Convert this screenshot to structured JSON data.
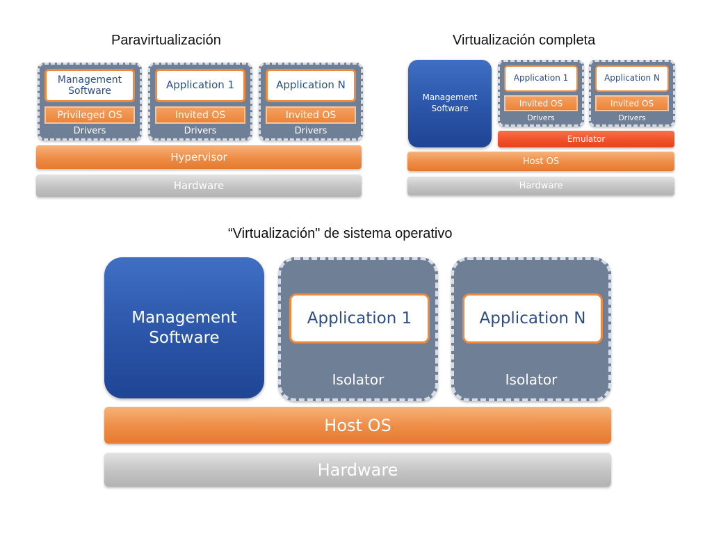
{
  "headings": {
    "paravirt": "Paravirtualización",
    "full": "Virtualización completa",
    "os_level": "“Virtualización\" de sistema operativo"
  },
  "paravirt": {
    "vm1": {
      "top": "Management\nSoftware",
      "os": "Privileged OS",
      "drivers": "Drivers"
    },
    "vm2": {
      "top": "Application 1",
      "os": "Invited OS",
      "drivers": "Drivers"
    },
    "vm3": {
      "top": "Application N",
      "os": "Invited OS",
      "drivers": "Drivers"
    },
    "hypervisor": "Hypervisor",
    "hardware": "Hardware"
  },
  "full": {
    "management": "Management\nSoftware",
    "vm1": {
      "top": "Application 1",
      "os": "Invited OS",
      "drivers": "Drivers"
    },
    "vm2": {
      "top": "Application N",
      "os": "Invited OS",
      "drivers": "Drivers"
    },
    "emulator": "Emulator",
    "host_os": "Host OS",
    "hardware": "Hardware"
  },
  "os_level": {
    "management": "Management\nSoftware",
    "container1": {
      "app": "Application 1",
      "isolator": "Isolator"
    },
    "container2": {
      "app": "Application N",
      "isolator": "Isolator"
    },
    "host_os": "Host OS",
    "hardware": "Hardware"
  },
  "colors": {
    "orange": "#ee8c45",
    "gray": "#c3c3c3",
    "slate": "#6e7f96",
    "blue": "#2b55a8",
    "red": "#f0522a"
  }
}
